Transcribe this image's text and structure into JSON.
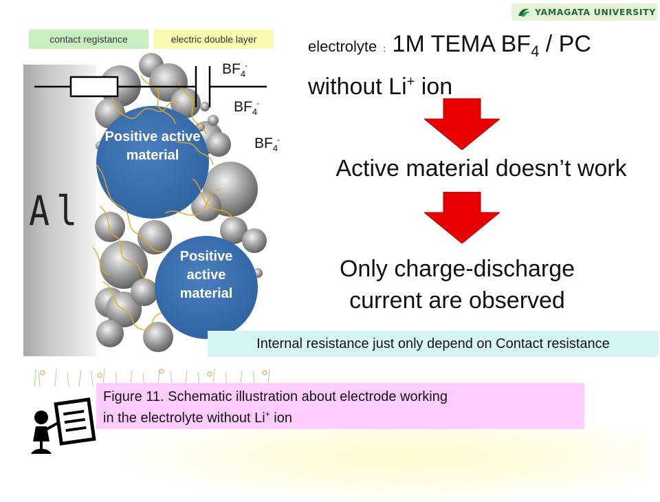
{
  "logo": {
    "text": "YAMAGATA UNIVERSITY",
    "color": "#1d6b3a"
  },
  "legend": {
    "contact": "contact registance",
    "edl": "electric double layer"
  },
  "electrode": {
    "collector_label": "Al",
    "particles": [
      "Positive active material",
      "Positive active material"
    ],
    "ion_base": "BF",
    "ion_sub": "4",
    "ion_sup": "-",
    "ion_count": 3
  },
  "electrolyte": {
    "prefix": "electrolyte",
    "sep": ":",
    "formula_a": "1M TEMA BF",
    "formula_sub": "4",
    "formula_b": " / PC",
    "line2_a": "without Li",
    "line2_sup": "+",
    "line2_b": " ion"
  },
  "steps": {
    "step1": "Active material doesn’t work",
    "step2_line1": "Only charge-discharge",
    "step2_line2": "current are observed"
  },
  "note": "Internal resistance just only depend on Contact resistance",
  "caption": {
    "line1": "Figure 11.  Schematic illustration about electrode working",
    "line2_a": " in the electrolyte without Li",
    "line2_sup": "+",
    "line2_b": " ion"
  },
  "colors": {
    "particle_blue": "#3a6db0",
    "arrow_red": "#e80000",
    "note_bg": "#d6f6f4",
    "caption_bg": "#ffccff"
  },
  "icons": [
    "university-logo-icon",
    "down-arrow-icon",
    "lecturer-icon"
  ]
}
